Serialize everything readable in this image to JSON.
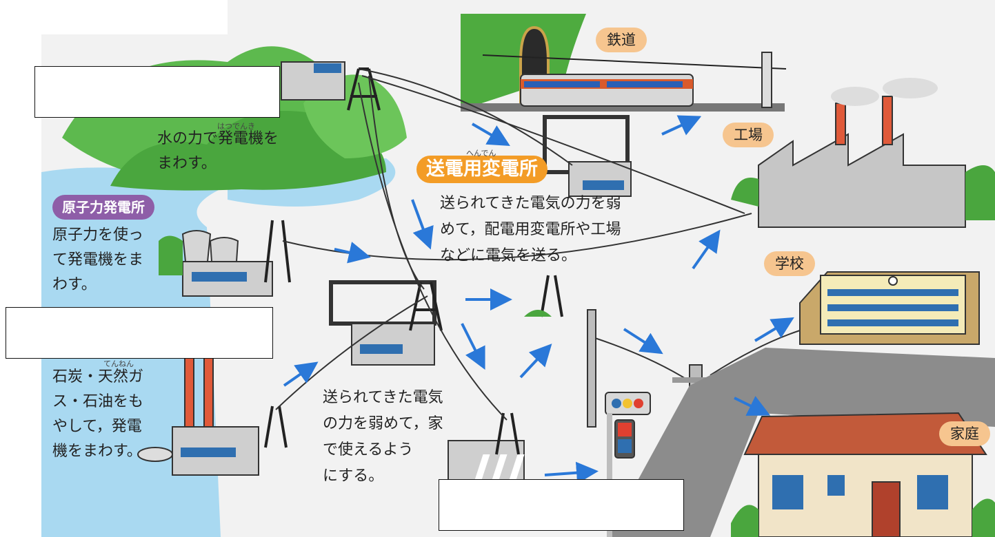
{
  "colors": {
    "water": "#a9d9f1",
    "hill_green": "#58b548",
    "building_gray": "#c9c9c9",
    "road_gray": "#8c8c8c",
    "arrow_blue": "#2a78d8",
    "label_orange": "#f6c58f",
    "label_purple": "#8e5ea8",
    "label_bigorange": "#f39c26"
  },
  "labels": {
    "railway": "鉄道",
    "factory": "工場",
    "school": "学校",
    "home": "家庭",
    "nuclear": "原子力発電所",
    "substation": "送電用変電所"
  },
  "ruby": {
    "hatsudenki": "はつでんき",
    "hendenn": "へんでん",
    "tennen": "てんねん"
  },
  "texts": {
    "hydro_1": "水の力で発電機を",
    "hydro_2": "まわす。",
    "nuclear_1": "原子力を使っ",
    "nuclear_2": "て発電機をま",
    "nuclear_3": "わす。",
    "thermal_1": "石炭・天然ガ",
    "thermal_2": "ス・石油をも",
    "thermal_3": "やして，発電",
    "thermal_4": "機をまわす。",
    "trans_1": "送られてきた電気の力を弱",
    "trans_2": "めて，配電用変電所や工場",
    "trans_3": "などに電気を送る。",
    "dist_1": "送られてきた電気",
    "dist_2": "の力を弱めて，家",
    "dist_3": "で使えるよう",
    "dist_4": "にする。"
  }
}
